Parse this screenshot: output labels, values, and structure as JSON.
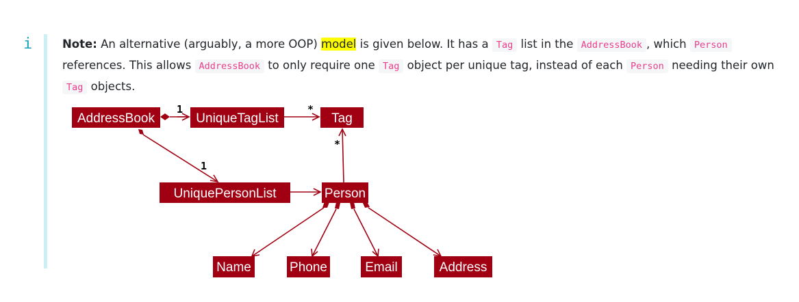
{
  "note": {
    "label": "Note:",
    "t1": " An alternative (arguably, a more OOP) ",
    "highlight": "model",
    "t2": " is given below. It has a ",
    "c1": "Tag",
    "t3": " list in the ",
    "c2": "AddressBook",
    "t4": ", which ",
    "c3": "Person",
    "t5": " references. This allows ",
    "c4": "AddressBook",
    "t6": " to only require one ",
    "c5": "Tag",
    "t7": " object per unique tag, instead of each ",
    "c6": "Person",
    "t8": " needing their own ",
    "c7": "Tag",
    "t9": " objects."
  },
  "icon": {
    "glyph": "i",
    "name": "info-icon"
  },
  "diagram": {
    "classes": [
      "AddressBook",
      "UniqueTagList",
      "Tag",
      "UniquePersonList",
      "Person",
      "Name",
      "Phone",
      "Email",
      "Address"
    ],
    "multiplicities": {
      "tag_list_to_book": "1",
      "tag_list_to_tag": "*",
      "person_to_tag": "*",
      "person_list_to_book": "1"
    }
  },
  "colors": {
    "class_fill": "#a00012",
    "accent": "#17a2b8"
  }
}
